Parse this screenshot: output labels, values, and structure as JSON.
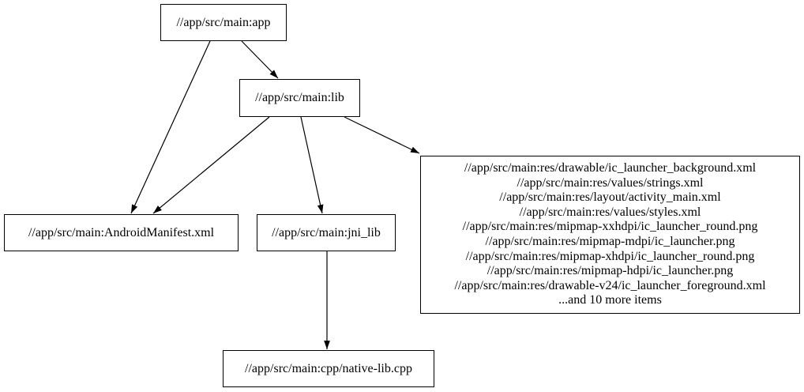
{
  "diagram": {
    "kind": "dependency-graph",
    "background_color": "#ffffff",
    "stroke_color": "#000000",
    "text_color": "#000000"
  },
  "nodes": {
    "app": {
      "label": "//app/src/main:app"
    },
    "lib": {
      "label": "//app/src/main:lib"
    },
    "manifest": {
      "label": "//app/src/main:AndroidManifest.xml"
    },
    "jni_lib": {
      "label": "//app/src/main:jni_lib"
    },
    "native": {
      "label": "//app/src/main:cpp/native-lib.cpp"
    },
    "res": {
      "lines": [
        "//app/src/main:res/drawable/ic_launcher_background.xml",
        "//app/src/main:res/values/strings.xml",
        "//app/src/main:res/layout/activity_main.xml",
        "//app/src/main:res/values/styles.xml",
        "//app/src/main:res/mipmap-xxhdpi/ic_launcher_round.png",
        "//app/src/main:res/mipmap-mdpi/ic_launcher.png",
        "//app/src/main:res/mipmap-xhdpi/ic_launcher_round.png",
        "//app/src/main:res/mipmap-hdpi/ic_launcher.png",
        "//app/src/main:res/drawable-v24/ic_launcher_foreground.xml",
        "...and 10 more items"
      ]
    }
  },
  "edges": [
    {
      "from": "//app/src/main:app",
      "to": "//app/src/main:lib"
    },
    {
      "from": "//app/src/main:app",
      "to": "//app/src/main:AndroidManifest.xml"
    },
    {
      "from": "//app/src/main:lib",
      "to": "//app/src/main:AndroidManifest.xml"
    },
    {
      "from": "//app/src/main:lib",
      "to": "//app/src/main:jni_lib"
    },
    {
      "from": "//app/src/main:lib",
      "to": "//app/src/main:res (resources group)"
    },
    {
      "from": "//app/src/main:jni_lib",
      "to": "//app/src/main:cpp/native-lib.cpp"
    }
  ]
}
